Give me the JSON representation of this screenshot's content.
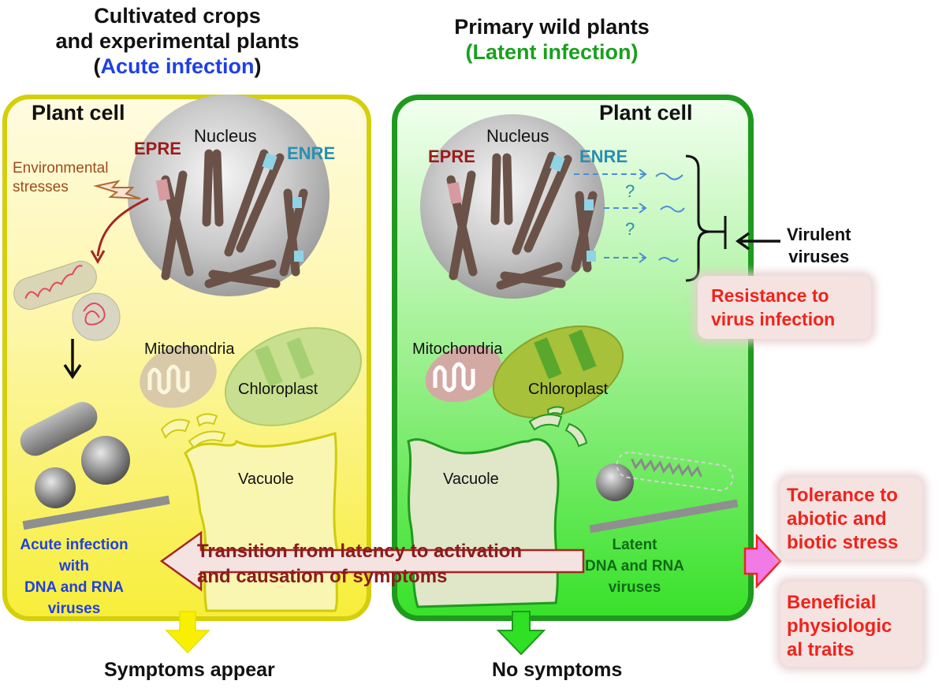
{
  "left_panel": {
    "title_line1": "Cultivated crops",
    "title_line2": "and experimental plants",
    "title_paren_open": "(",
    "title_highlight": "Acute infection",
    "title_paren_close": ")",
    "cell_label": "Plant cell",
    "nucleus_label": "Nucleus",
    "epre_label": "EPRE",
    "enre_label": "ENRE",
    "stress_label_line1": "Environmental",
    "stress_label_line2": "stresses",
    "mitochondria_label": "Mitochondria",
    "chloroplast_label": "Chloroplast",
    "vacuole_label": "Vacuole",
    "infection_label": [
      "Acute infection",
      "with",
      "DNA and RNA",
      "viruses"
    ],
    "outcome_label": "Symptoms appear"
  },
  "right_panel": {
    "title_line1": "Primary wild plants",
    "title_highlight": "(Latent infection)",
    "cell_label": "Plant cell",
    "nucleus_label": "Nucleus",
    "epre_label": "EPRE",
    "enre_label": "ENRE",
    "question_mark": "?",
    "mitochondria_label": "Mitochondria",
    "chloroplast_label": "Chloroplast",
    "vacuole_label": "Vacuole",
    "infection_label": [
      "Latent",
      "DNA and RNA",
      "viruses"
    ],
    "outcome_label": "No symptoms"
  },
  "virulent_label": [
    "Virulent",
    "viruses"
  ],
  "resistance_label": [
    "Resistance to",
    "virus infection"
  ],
  "transition_label": [
    "Transition from latency to activation",
    "and causation of symptoms"
  ],
  "benefits": [
    {
      "lines": [
        "Tolerance to",
        "abiotic and",
        "biotic stress"
      ]
    },
    {
      "lines": [
        "Beneficial",
        "physiologic",
        "al traits"
      ]
    }
  ],
  "colors": {
    "acute_blue": "#1f3fe6",
    "latent_green": "#19a01e",
    "epre_red": "#9a1c1c",
    "enre_teal": "#2a8fb0",
    "benefit_red": "#f0231c",
    "left_border": "#d4cf0a",
    "right_border": "#1f9a1f"
  }
}
